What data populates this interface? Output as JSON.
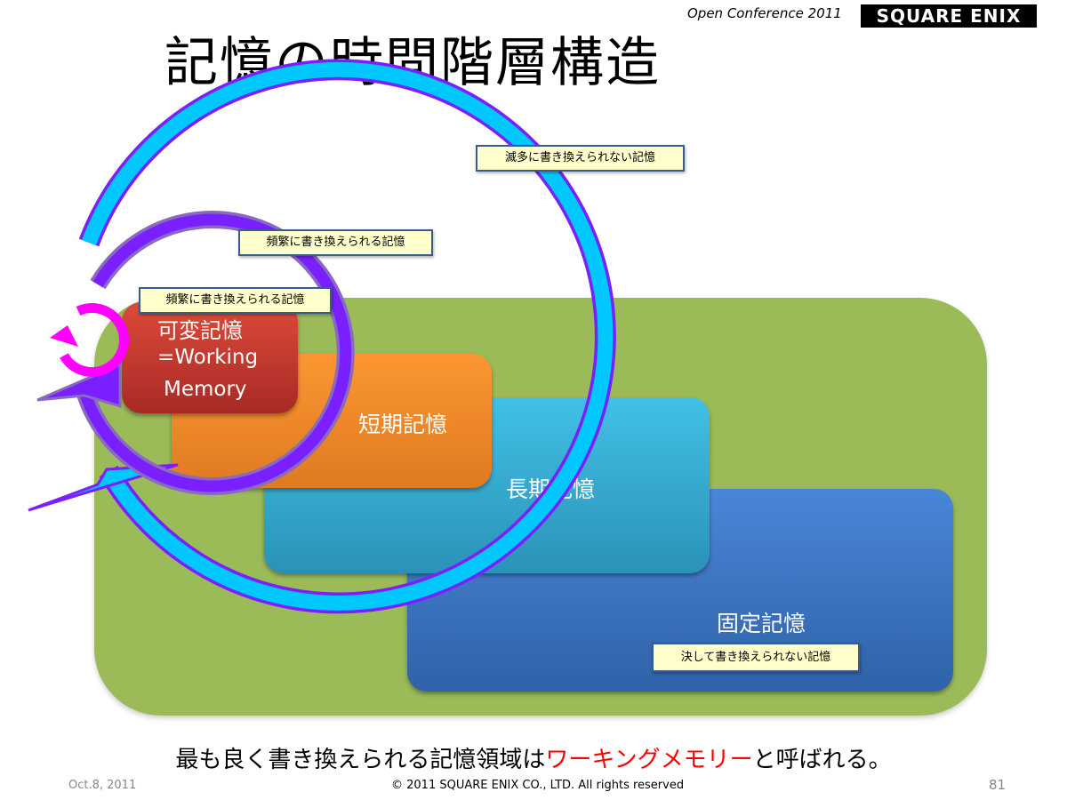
{
  "header": {
    "title": "記憶の時間階層構造",
    "conference": "Open Conference 2011",
    "logo": "SQUARE ENIX"
  },
  "boxes": {
    "variable": {
      "line1": "可変記憶",
      "line2": "=Working",
      "line3": "Memory"
    },
    "short": "短期記憶",
    "long": "長期記憶",
    "fixed": "固定記憶"
  },
  "callouts": {
    "rare": "滅多に書き換えられない記憶",
    "frequent_outer": "頻繁に書き換えられる記憶",
    "frequent_inner": "頻繁に書き換えられる記憶",
    "never": "決して書き換えられない記憶"
  },
  "caption": {
    "before": "最も良く書き換えられる記憶領域は",
    "highlight": "ワーキングメモリー",
    "after": "と呼ばれる。"
  },
  "footer": {
    "date": "Oct.8, 2011",
    "copyright": "© 2011 SQUARE ENIX CO., LTD. All rights reserved",
    "page": "81"
  },
  "colors": {
    "green": "#9bbb59",
    "cyan": "#00c8ff",
    "purple": "#7a1fff",
    "magenta": "#ff00ff",
    "red": "#ff0000"
  }
}
